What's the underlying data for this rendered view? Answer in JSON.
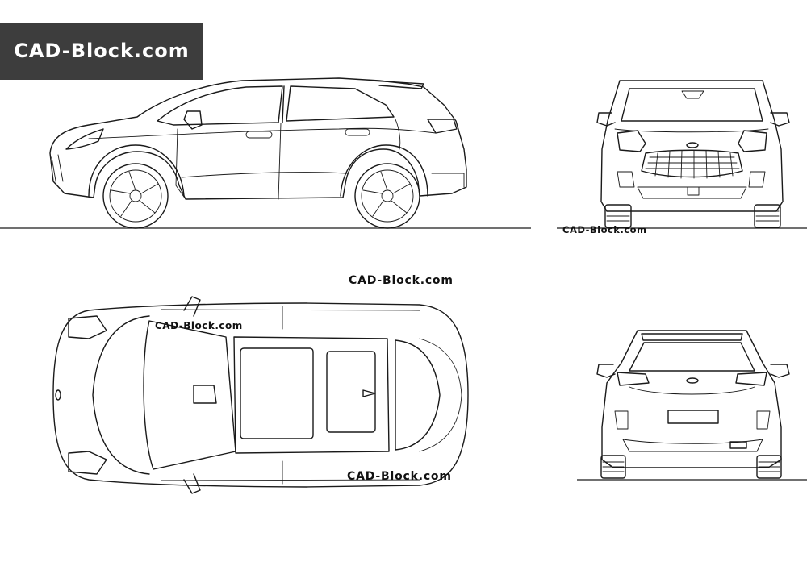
{
  "brand": {
    "logo_text": "CAD-Block.com"
  },
  "watermarks": [
    "CAD-Block.com",
    "CAD-Block.com",
    "CAD-Block.com",
    "CAD-Block.com"
  ],
  "views": [
    "side-view",
    "front-view",
    "top-view",
    "rear-view"
  ],
  "colors": {
    "logo_background": "#3d3d3d",
    "logo_text": "#ffffff",
    "line": "#1a1a1a",
    "background": "#ffffff"
  }
}
